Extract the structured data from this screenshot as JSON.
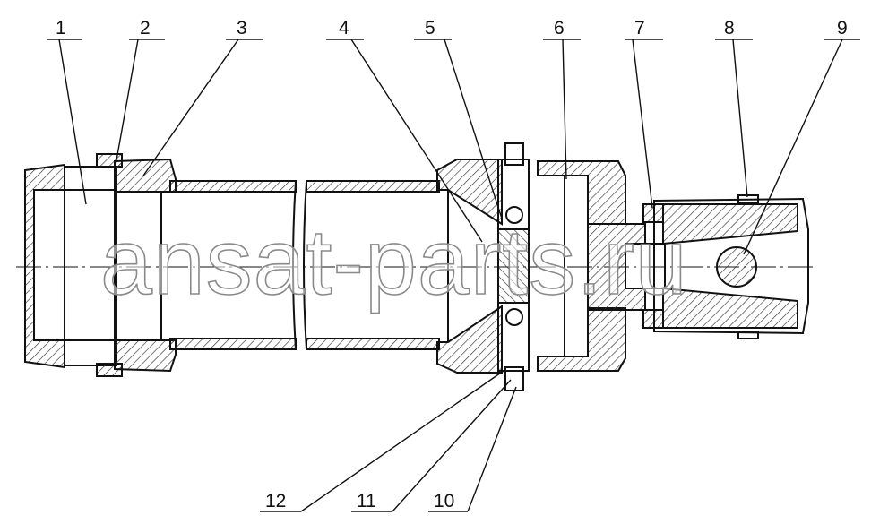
{
  "callouts": [
    {
      "label": "1"
    },
    {
      "label": "2"
    },
    {
      "label": "3"
    },
    {
      "label": "4"
    },
    {
      "label": "5"
    },
    {
      "label": "6"
    },
    {
      "label": "7"
    },
    {
      "label": "8"
    },
    {
      "label": "9"
    },
    {
      "label": "10"
    },
    {
      "label": "11"
    },
    {
      "label": "12"
    }
  ],
  "watermark": {
    "text": "ansat-parts.ru"
  },
  "colors": {
    "line": "#111111",
    "hatch": "#333333",
    "watermark_stroke": "#8a8a8a"
  }
}
